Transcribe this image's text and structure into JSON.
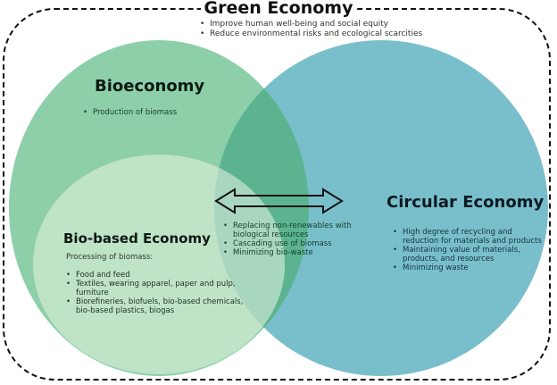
{
  "colors": {
    "bioeconomy": "#8ccfa9",
    "bio_based": "#bfe3c6",
    "circular": "#79bfcb",
    "overlap_bio_circular": "#5bb48f",
    "overlap_biobased_circular": "#a8d6bf",
    "frame": "#111111"
  },
  "green_economy": {
    "title": "Green Economy",
    "bullets": [
      "Improve human well-being and social equity",
      "Reduce environmental risks and ecological scarcities"
    ]
  },
  "bioeconomy": {
    "title": "Bioeconomy",
    "bullets": [
      "Production of biomass"
    ]
  },
  "bio_based_economy": {
    "title": "Bio-based Economy",
    "subtitle": "Processing of biomass:",
    "bullets": [
      "Food and feed",
      "Textiles, wearing apparel, paper and pulp, furniture",
      "Biorefineries, biofuels, bio-based chemicals, bio-based plastics, biogas"
    ]
  },
  "overlap": {
    "arrow": "double-headed-arrow",
    "bullets": [
      "Replacing non-renewables with biological resources",
      "Cascading use of biomass",
      "Minimizing bio-waste"
    ]
  },
  "circular_economy": {
    "title": "Circular Economy",
    "bullets": [
      "High degree of recycling and reduction for materials and products",
      "Maintaining value of materials, products, and resources",
      "Minimizing waste"
    ]
  }
}
